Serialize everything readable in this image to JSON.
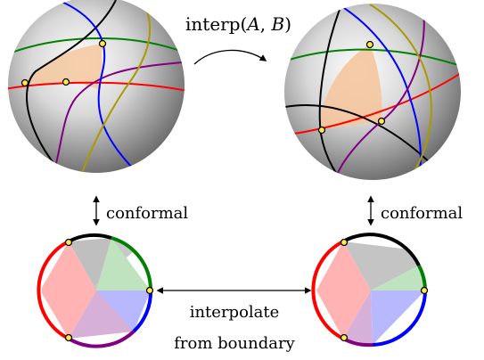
{
  "labels": {
    "interp_prefix": "interp(",
    "interp_a": "A",
    "interp_sep": ", ",
    "interp_b": "B",
    "interp_suffix": ")",
    "conformal_left": "conformal",
    "conformal_right": "conformal",
    "interpolate_line1": "interpolate",
    "interpolate_line2": "from boundary"
  },
  "colors": {
    "black": "#000000",
    "red": "#ff0000",
    "green": "#008000",
    "blue": "#0000ff",
    "purple": "#800080",
    "olive": "#aa9900",
    "patch": "#f5c79f",
    "marker": "#ffe94d"
  }
}
